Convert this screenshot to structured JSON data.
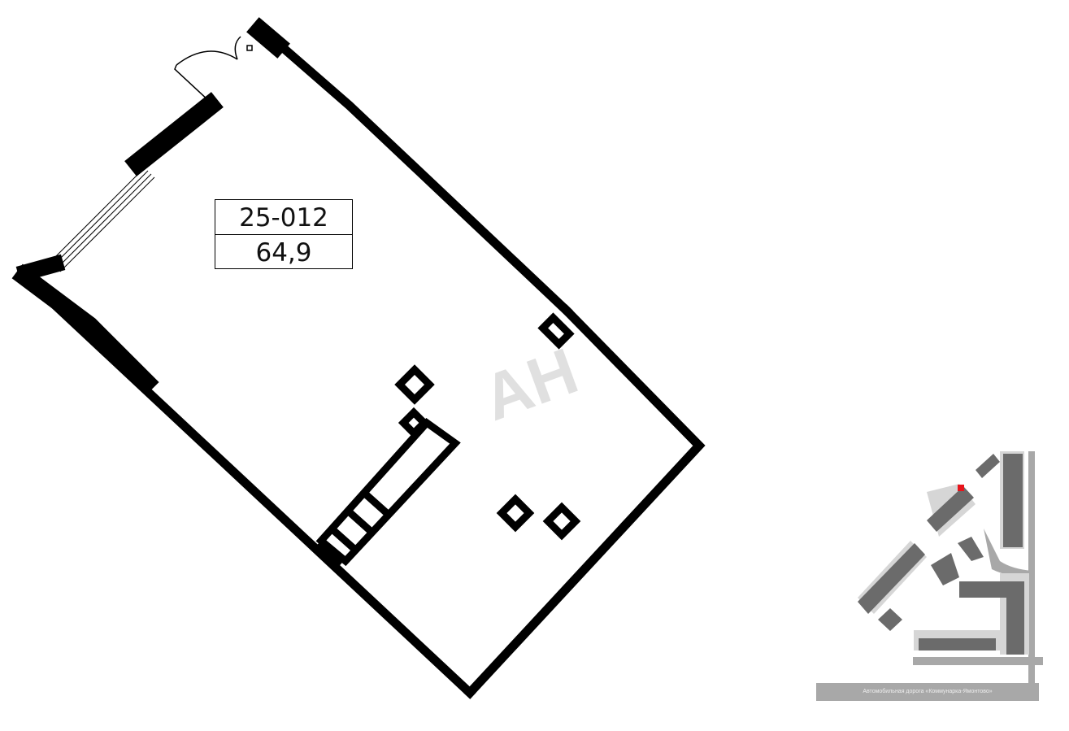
{
  "unit": {
    "number": "25-012",
    "area": "64,9"
  },
  "watermark": "АН",
  "site_plan": {
    "road_label": "Автомобильная дорога «Коммунарка-Ямонтово»",
    "highlight_color": "#e8141b",
    "building_color": "#6b6b6b",
    "ground_color": "#d6d6d6",
    "road_color": "#a8a8a8"
  }
}
